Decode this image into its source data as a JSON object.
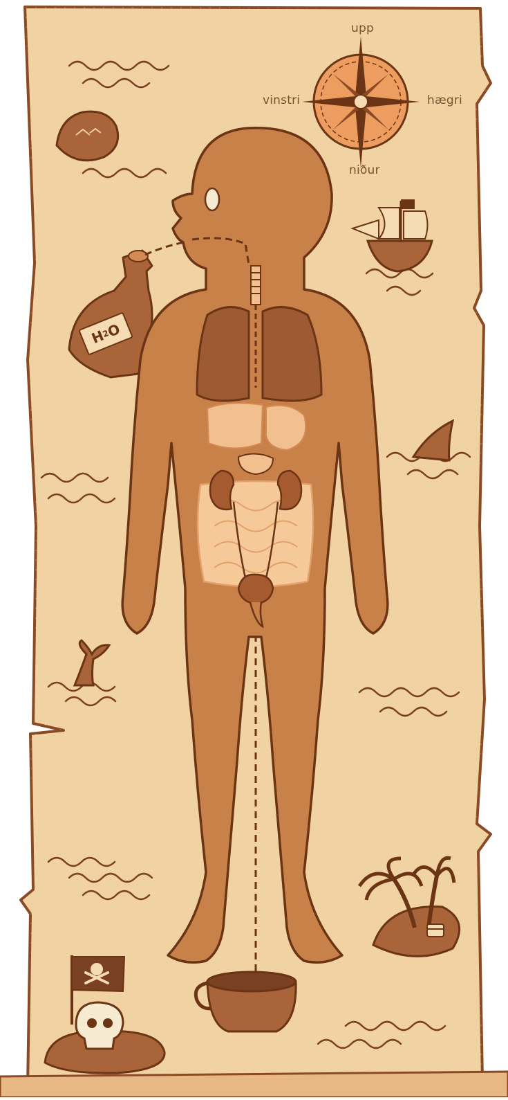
{
  "compass": {
    "up": "upp",
    "down": "niður",
    "left": "vinstri",
    "right": "hægri"
  },
  "bottle": {
    "label_h": "H",
    "label_sub": "2",
    "label_o": "O"
  },
  "colors": {
    "parchment": "#f1d2a3",
    "parchment_edge": "#8a4a24",
    "body": "#c9814a",
    "body_outline": "#6b3414",
    "lungs": "#9e5a33",
    "organs_light": "#f2bf8f",
    "intestine": "#f6c998",
    "kidney": "#a55a2f",
    "compass_fill": "#ec9d5f",
    "wave": "#7a4022"
  },
  "icons": [
    "compass-icon",
    "ship-icon",
    "shark-fin-icon",
    "whale-tail-icon",
    "palm-island-icon",
    "treasure-chest-icon",
    "skull-icon",
    "pirate-flag-icon",
    "rock-icon",
    "bottle-icon",
    "pot-icon"
  ]
}
